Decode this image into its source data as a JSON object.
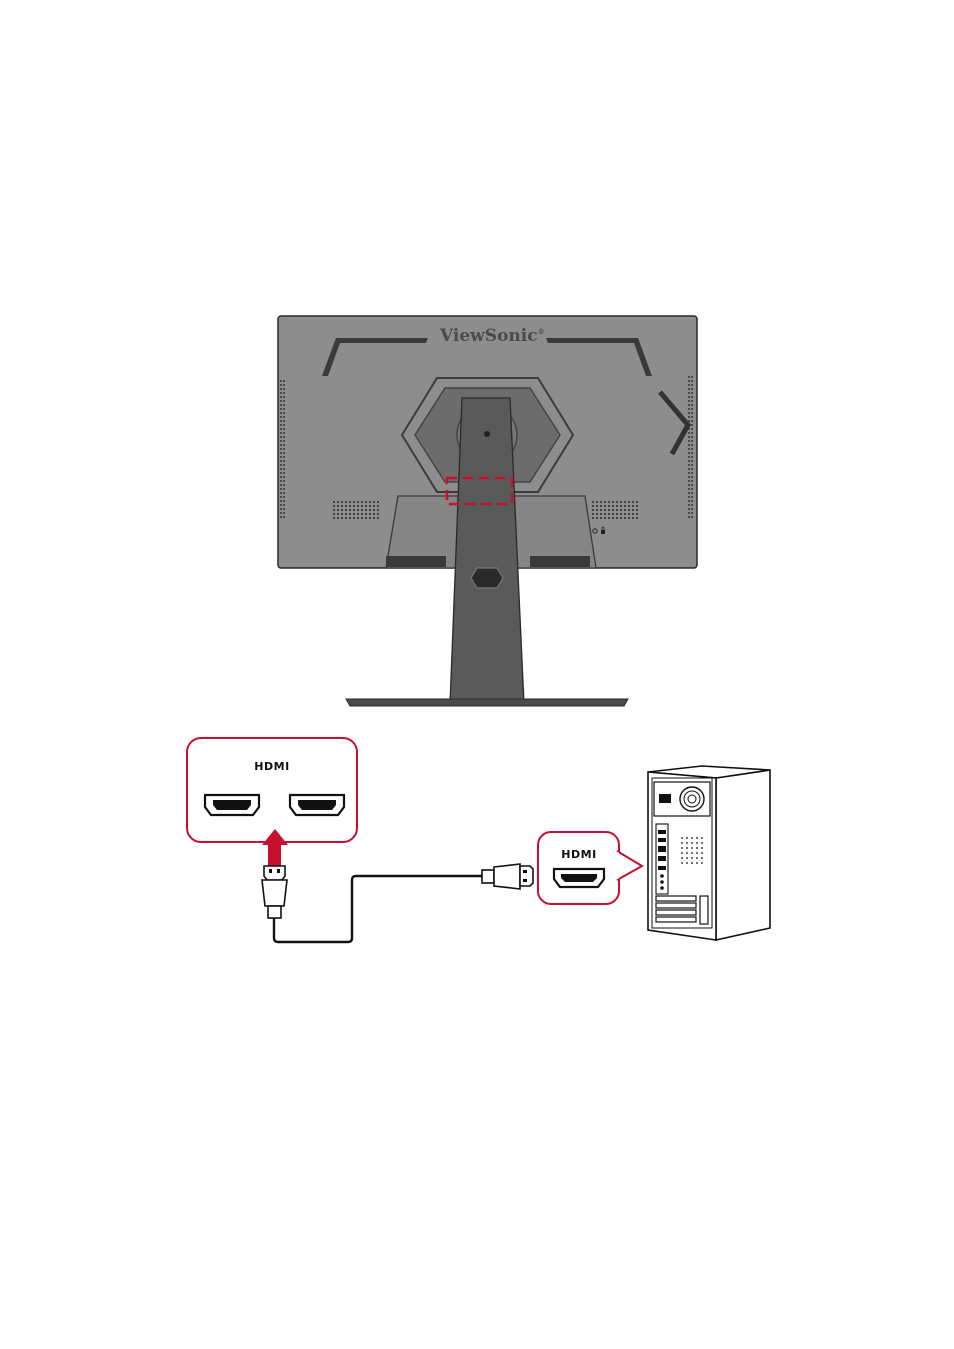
{
  "monitor": {
    "brand": "ViewSonic",
    "brand_mark": "®"
  },
  "monitor_port_callout": {
    "label": "HDMI",
    "port_count": 2
  },
  "pc_port_callout": {
    "label": "HDMI"
  },
  "colors": {
    "accent": "#c8102e",
    "monitor_body": "#8a8a8a",
    "stand": "#5a5a5a",
    "outline": "#1a1a1a"
  },
  "icons": [
    "hdmi-port-icon",
    "hdmi-plug-icon",
    "insert-arrow-icon",
    "pc-tower-icon",
    "lock-icon"
  ]
}
